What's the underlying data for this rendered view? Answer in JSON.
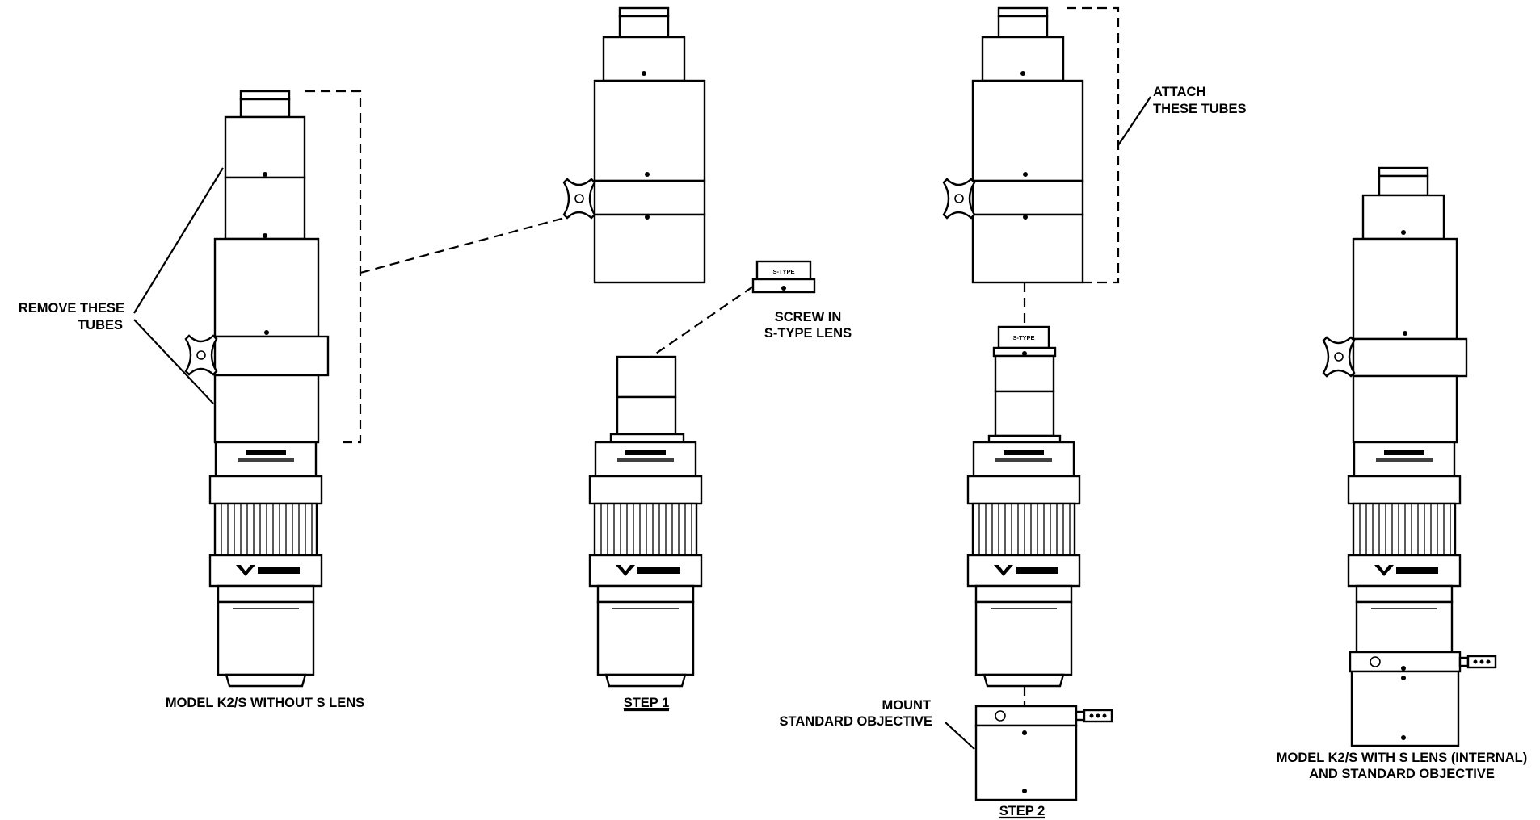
{
  "labels": {
    "remove_tubes": [
      "REMOVE THESE",
      "TUBES"
    ],
    "attach_tubes": [
      "ATTACH",
      "THESE TUBES"
    ],
    "screw_in": [
      "SCREW IN",
      "S-TYPE LENS"
    ],
    "mount_objective": [
      "MOUNT",
      "STANDARD OBJECTIVE"
    ],
    "model_without": "MODEL K2/S WITHOUT S LENS",
    "step1": "STEP 1",
    "step2": "STEP 2",
    "model_with": [
      "MODEL K2/S WITH S LENS (INTERNAL)",
      "AND STANDARD OBJECTIVE"
    ],
    "s_type_tag": "S-TYPE"
  }
}
